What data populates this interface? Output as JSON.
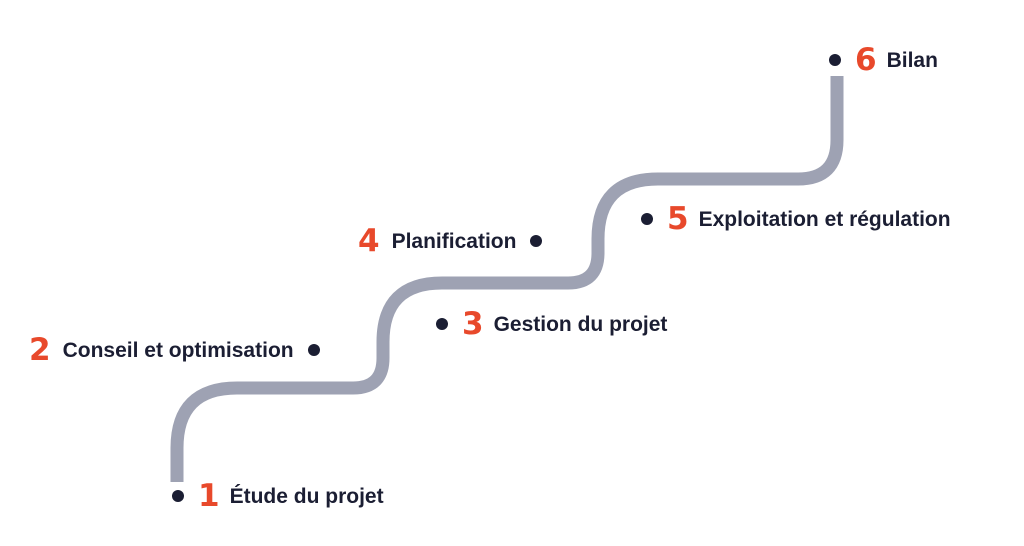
{
  "colors": {
    "path": "#9ea2b3",
    "number": "#e8492b",
    "label": "#1b1e33",
    "dot": "#1b1e33"
  },
  "steps": [
    {
      "number": "1",
      "label": "Étude du projet"
    },
    {
      "number": "2",
      "label": "Conseil et optimisation"
    },
    {
      "number": "3",
      "label": "Gestion du projet"
    },
    {
      "number": "4",
      "label": "Planification"
    },
    {
      "number": "5",
      "label": "Exploitation et régulation"
    },
    {
      "number": "6",
      "label": "Bilan"
    }
  ]
}
